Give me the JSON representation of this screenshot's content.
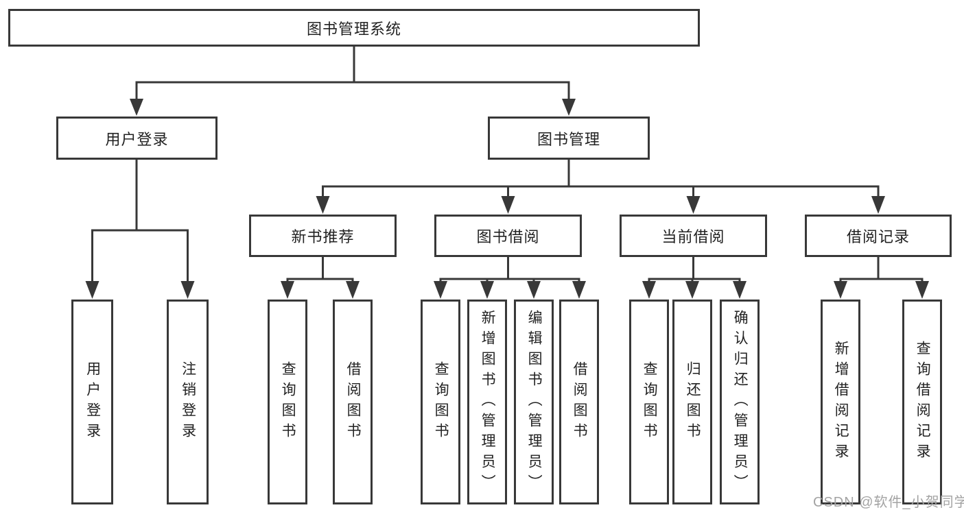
{
  "title": "图书管理系统",
  "watermark": "CSDN @软件_小贺同学",
  "colors": {
    "line": "#383838",
    "box_border": "#383838",
    "text": "#222222",
    "watermark": "#a3a3a3",
    "background": "#ffffff"
  },
  "nodes": {
    "root": "图书管理系统",
    "level2": [
      "用户登录",
      "图书管理"
    ],
    "level3": [
      "新书推荐",
      "图书借阅",
      "当前借阅",
      "借阅记录"
    ],
    "user_login_children": [
      "用户登录",
      "注销登录"
    ],
    "new_book_children": [
      "查询图书",
      "借阅图书"
    ],
    "book_borrow_children": [
      "查询图书",
      "新增图书（管理员）",
      "编辑图书（管理员）",
      "借阅图书"
    ],
    "current_borrow_children": [
      "查询图书",
      "归还图书",
      "确认归还（管理员）"
    ],
    "records_children": [
      "新增借阅记录",
      "查询借阅记录"
    ]
  }
}
